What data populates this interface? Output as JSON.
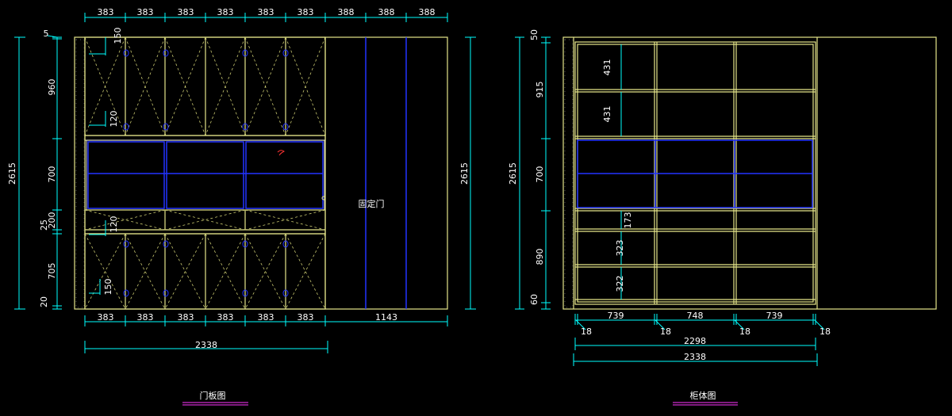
{
  "left": {
    "title": "门板图",
    "fixed_door": "固定门",
    "top_dims": [
      "383",
      "383",
      "383",
      "383",
      "383",
      "383",
      "388",
      "388",
      "388"
    ],
    "bottom_dims": [
      "383",
      "383",
      "383",
      "383",
      "383",
      "383",
      "1143"
    ],
    "total": "2338",
    "height_left": "2615",
    "height_right": "2615",
    "v_dims": [
      "5",
      "960",
      "700",
      "200",
      "25",
      "705",
      "20"
    ],
    "inner_dims": [
      "150",
      "120",
      "120",
      "150"
    ]
  },
  "right": {
    "title": "柜体图",
    "height": "2615",
    "v_dims": [
      "50",
      "915",
      "700",
      "890",
      "60"
    ],
    "inner_dims": [
      "431",
      "431",
      "173",
      "323",
      "322"
    ],
    "bottom_dims": [
      "739",
      "748",
      "739"
    ],
    "thickness": [
      "18",
      "18",
      "18",
      "18"
    ],
    "width_inner": "2298",
    "width_total": "2338"
  },
  "colors": {
    "background": "#000000",
    "dimension": "#00ffff",
    "frame": "#e6e68a",
    "panel": "#2233ff",
    "title_underline": "#ff33ff"
  }
}
